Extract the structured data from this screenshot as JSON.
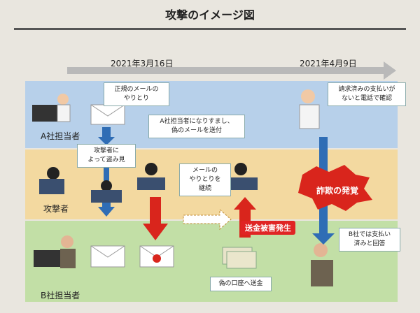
{
  "title": "攻撃のイメージ図",
  "timeline": {
    "date_start": "2021年3月16日",
    "date_end": "2021年4月9日"
  },
  "lanes": {
    "a": "A社担当者",
    "attacker": "攻撃者",
    "b": "B社担当者"
  },
  "callouts": {
    "legit_mail": "正規のメールの\nやりとり",
    "spy": "攻撃者に\nよって盗み見",
    "impersonate": "A社担当者になりすまし、\n偽のメールを送付",
    "continue": "メールの\nやりとりを\n継続",
    "a_call": "請求済みの支払いが\nないと電話で確認",
    "b_reply": "B社では支払い\n済みと回答",
    "fake_account": "偽の口座へ送金"
  },
  "events": {
    "fraud": "詐欺の発覚",
    "damage": "送金被害発生"
  },
  "colors": {
    "band_a": "#b7d0ea",
    "band_att": "#f3d9a0",
    "band_b": "#c2dfa6",
    "arrow_blue": "#2f6db5",
    "arrow_red": "#d9251c"
  }
}
